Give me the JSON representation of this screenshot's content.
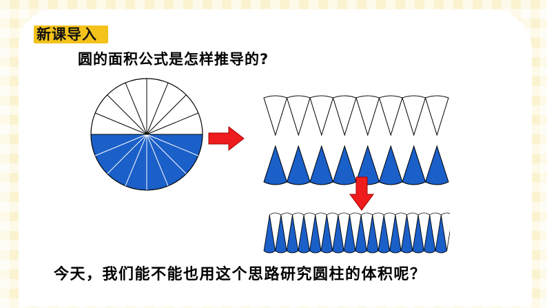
{
  "slide": {
    "section_tag": "新课导入",
    "question": "圆的面积公式是怎样推导的?",
    "bottom_question": "今天，我们能不能也用这个思路研究圆柱的体积呢？"
  },
  "colors": {
    "fill_blue": "#1b5fc8",
    "arrow_red": "#ee1c1c",
    "tag_yellow": "#f3c21b",
    "background": "#fbf3d0"
  },
  "figure": {
    "circle_sectors": 16,
    "shaded_half": "bottom",
    "strip_pieces_per_row": 8,
    "final_strip_pieces": 16,
    "arrows": [
      "right-arrow",
      "down-arrow"
    ]
  }
}
